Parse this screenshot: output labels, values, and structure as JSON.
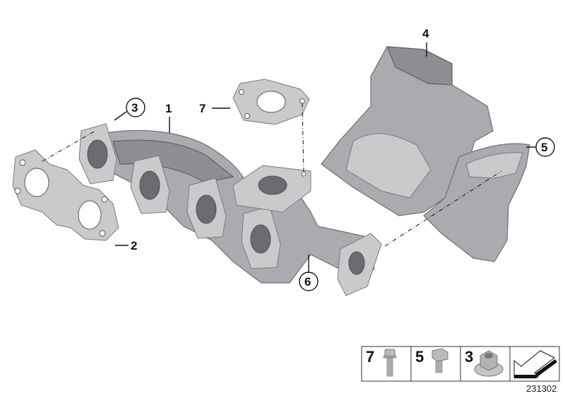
{
  "callouts": [
    {
      "id": "1",
      "label": "1",
      "circled": false
    },
    {
      "id": "2",
      "label": "2",
      "circled": false
    },
    {
      "id": "3",
      "label": "3",
      "circled": true
    },
    {
      "id": "4",
      "label": "4",
      "circled": false
    },
    {
      "id": "5",
      "label": "5",
      "circled": true
    },
    {
      "id": "6",
      "label": "6",
      "circled": true
    },
    {
      "id": "7",
      "label": "7",
      "circled": false
    }
  ],
  "legend": {
    "items": [
      {
        "label": "7",
        "icon": "flange-bolt-icon"
      },
      {
        "label": "5",
        "icon": "hex-bolt-icon"
      },
      {
        "label": "3",
        "icon": "flange-nut-icon"
      }
    ],
    "arrow_icon": "direction-arrow-icon"
  },
  "diagram_number": "231302",
  "colors": {
    "part": "#a9abae",
    "outline": "#6d6f72",
    "text": "#111111"
  }
}
